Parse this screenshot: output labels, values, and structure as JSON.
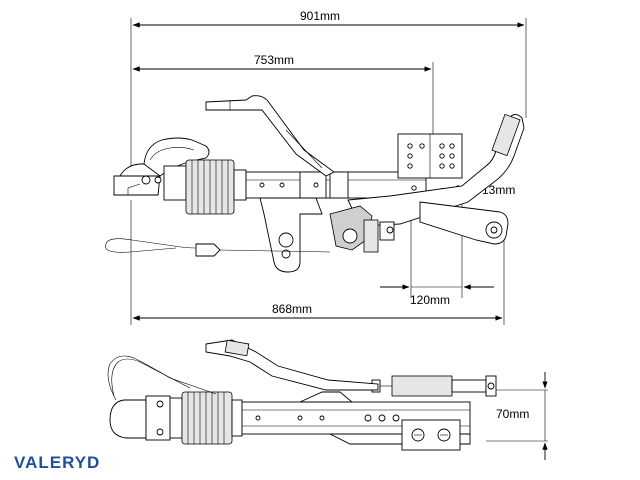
{
  "dimensions": {
    "overall_length": "901mm",
    "length_to_plate": "753mm",
    "length_lower": "868mm",
    "offset": "13mm",
    "plate_width": "120mm",
    "height_side": "70mm"
  },
  "brand": {
    "logo_text": "VALERYD",
    "color": "#1f4f9a"
  }
}
